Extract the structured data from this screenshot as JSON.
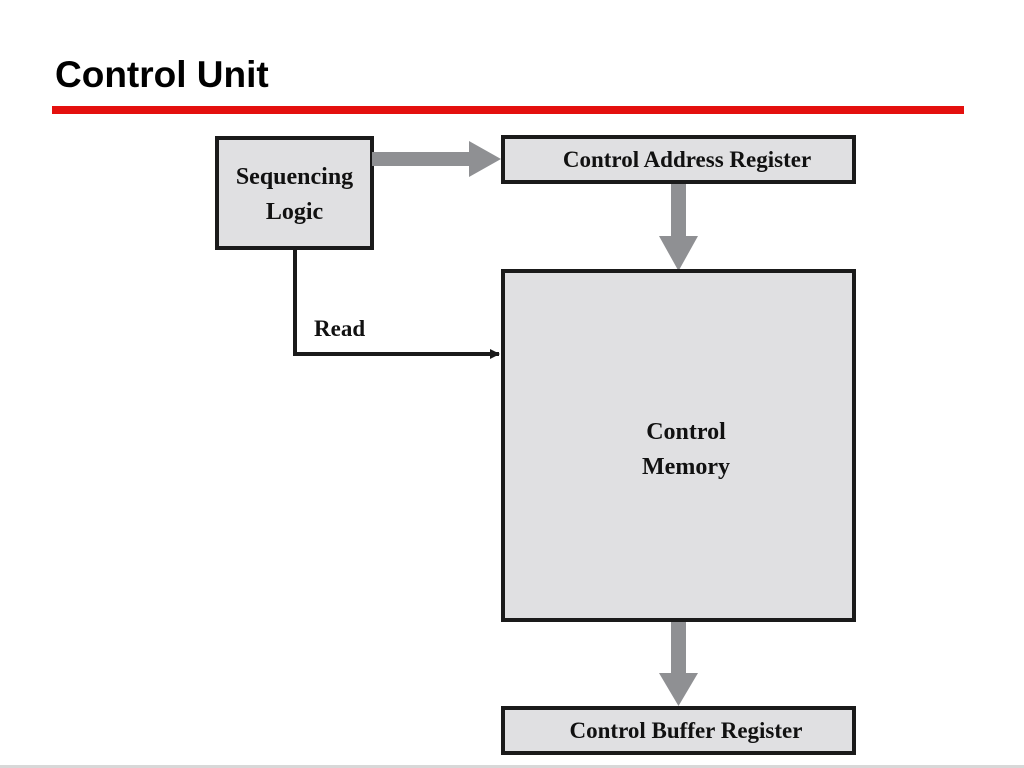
{
  "slide": {
    "title": "Control Unit",
    "accent_color": "#e4100e"
  },
  "diagram": {
    "box_fill": "#e0e0e2",
    "arrow_color": "#8f9093",
    "line_color": "#1a1a1a",
    "sequencing_logic": {
      "line1": "Sequencing",
      "line2": "Logic"
    },
    "control_address_register": {
      "label": "Control Address Register"
    },
    "control_memory": {
      "line1": "Control",
      "line2": "Memory"
    },
    "control_buffer_register": {
      "label": "Control Buffer Register"
    },
    "read_label": "Read"
  }
}
